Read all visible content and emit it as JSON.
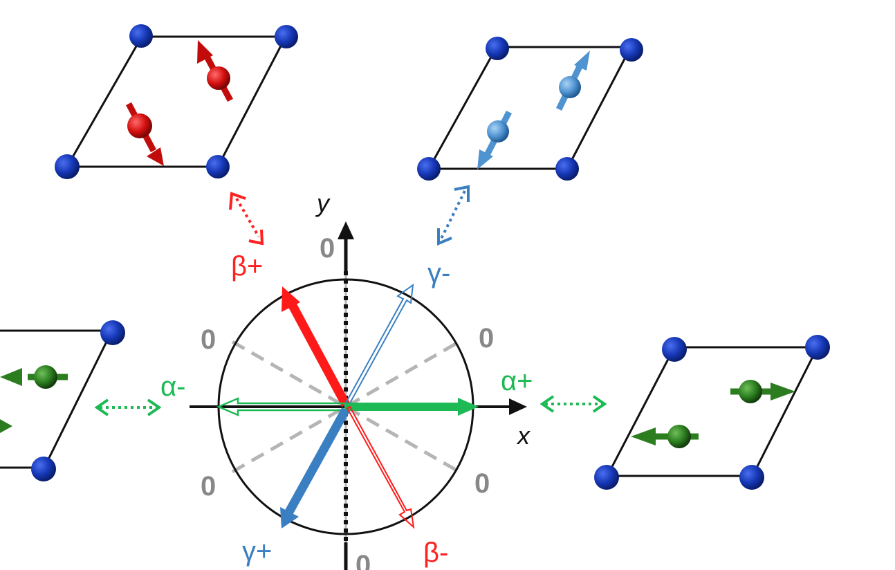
{
  "axes": {
    "x_label": "x",
    "y_label": "y",
    "zero_label": "0"
  },
  "modes": {
    "alpha_plus": {
      "label": "α+",
      "color": "#1db954"
    },
    "alpha_minus": {
      "label": "α-",
      "color": "#1db954"
    },
    "beta_plus": {
      "label": "β+",
      "color": "#ff2020"
    },
    "beta_minus": {
      "label": "β-",
      "color": "#ff2020"
    },
    "gamma_plus": {
      "label": "γ+",
      "color": "#3a7fc2"
    },
    "gamma_minus": {
      "label": "γ-",
      "color": "#3a7fc2"
    }
  },
  "colors": {
    "atom_corner": "#1537b5",
    "spin_red": "#d40f0f",
    "spin_blue": "#4f93d1",
    "spin_green": "#2c7d1f",
    "gray_dash": "#b5b5b5"
  },
  "icons": [
    "dotted-double-arrow-icon",
    "spin-arrow-icon",
    "atom-sphere-icon"
  ]
}
